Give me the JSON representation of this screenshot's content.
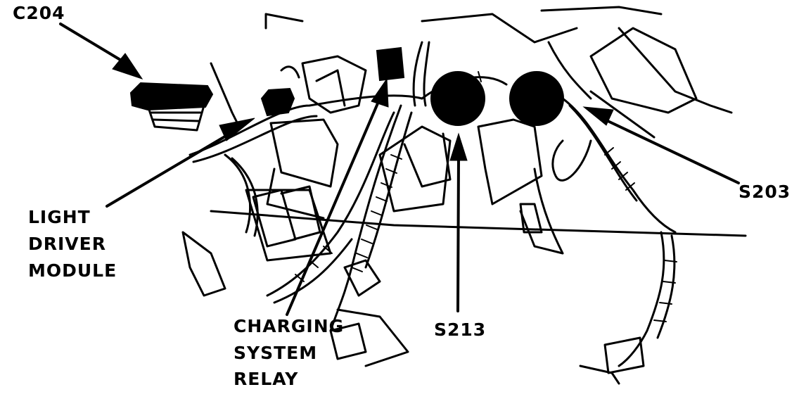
{
  "labels": {
    "c204": "C204",
    "light_driver_module": [
      "LIGHT",
      "DRIVER",
      "MODULE"
    ],
    "charging_system_relay": [
      "CHARGING",
      "SYSTEM",
      "RELAY"
    ],
    "s213": "S213",
    "s203": "S203"
  },
  "colors": {
    "ink": "#000000",
    "paper": "#ffffff"
  }
}
